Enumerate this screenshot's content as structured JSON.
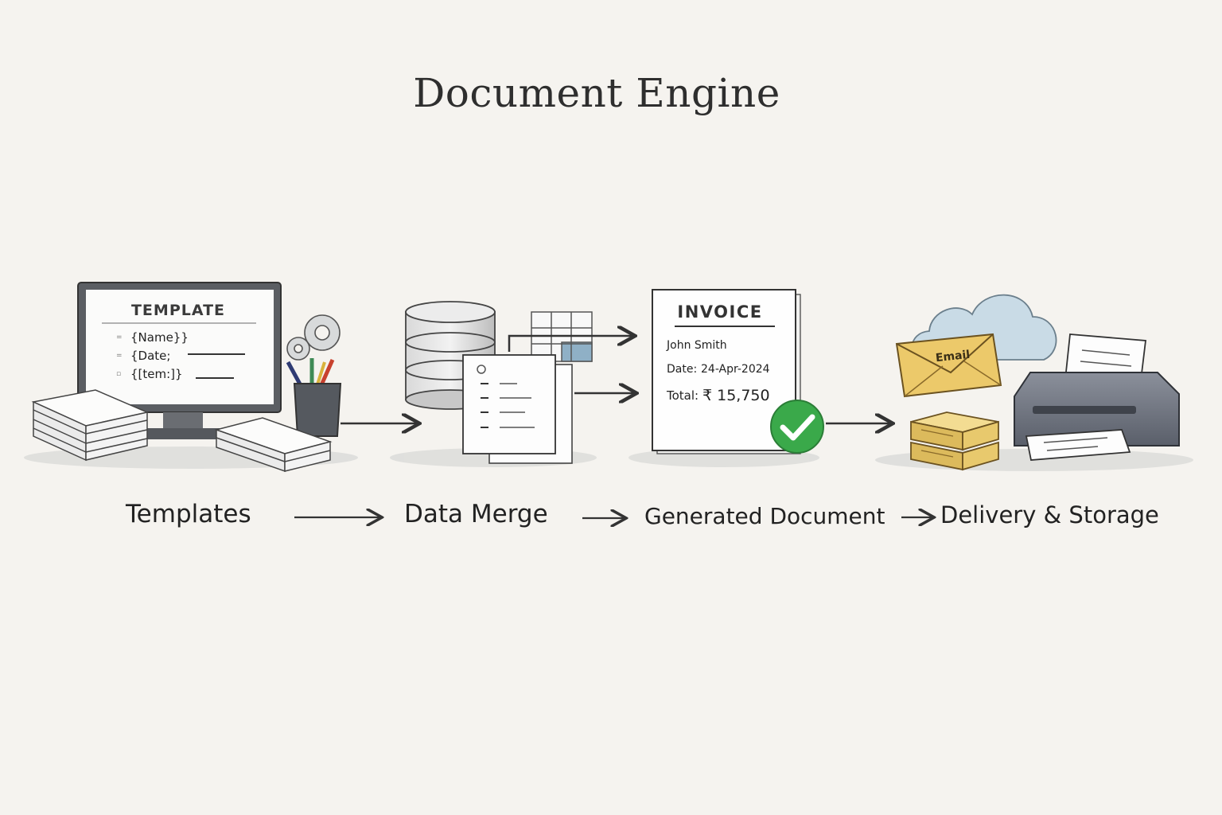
{
  "title": "Document Engine",
  "template_screen": {
    "heading": "TEMPLATE",
    "fields": [
      "{Name}}",
      "{Date;",
      "{[tem:]}"
    ]
  },
  "invoice": {
    "heading": "INVOICE",
    "name": "John Smith",
    "date_label": "Date:",
    "date_value": "24-Apr-2024",
    "total_label": "Total:",
    "total_value": "₹ 15,750"
  },
  "envelope_label": "Email",
  "stages": [
    "Templates",
    "Data Merge",
    "Generated Document",
    "Delivery & Storage"
  ],
  "colors": {
    "background": "#f5f3ef",
    "ink": "#2b2b2b",
    "check_green": "#3aa94a",
    "envelope_yellow": "#ecc96a",
    "cloud_blue": "#c9dbe6",
    "printer_gray": "#6d7380"
  },
  "icons": [
    "monitor-icon",
    "gear-icon",
    "pencil-cup-icon",
    "paper-stack-icon",
    "database-icon",
    "table-grid-icon",
    "document-icon",
    "checkmark-icon",
    "cloud-icon",
    "envelope-icon",
    "box-stack-icon",
    "printer-icon"
  ]
}
